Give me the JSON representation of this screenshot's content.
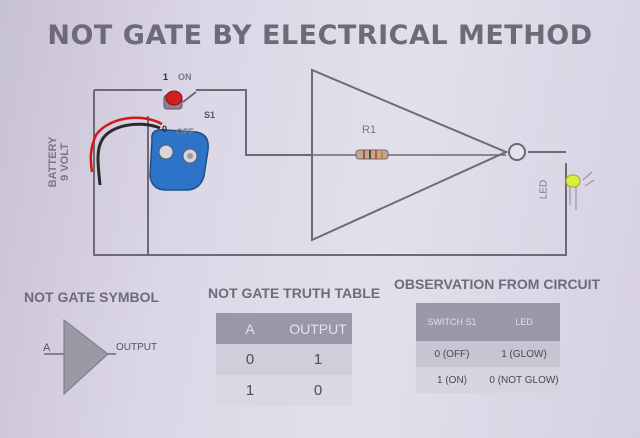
{
  "title": "NOT GATE BY ELECTRICAL METHOD",
  "circuit": {
    "battery_label": "BATTERY",
    "battery_volt": "9 VOLT",
    "switch_on": "ON",
    "switch_on_num": "1",
    "switch_off": "OFF",
    "switch_off_num": "0",
    "switch_name": "S1",
    "resistor": "R1",
    "led": "LED"
  },
  "symbol": {
    "heading": "NOT GATE SYMBOL",
    "input": "A",
    "output": "OUTPUT"
  },
  "truth_table": {
    "heading": "NOT GATE TRUTH TABLE",
    "headers": [
      "A",
      "OUTPUT"
    ],
    "rows": [
      [
        "0",
        "1"
      ],
      [
        "1",
        "0"
      ]
    ]
  },
  "observation": {
    "heading": "OBSERVATION FROM CIRCUIT",
    "headers": [
      "SWITCH S1",
      "LED"
    ],
    "rows": [
      [
        "0 (OFF)",
        "1 (GLOW)"
      ],
      [
        "1 (ON)",
        "0 (NOT GLOW)"
      ]
    ]
  },
  "colors": {
    "wire": "#6d6a76",
    "battery_clip": "#2d74c8",
    "switch_cap": "#d02020",
    "led": "#d8f03c"
  }
}
